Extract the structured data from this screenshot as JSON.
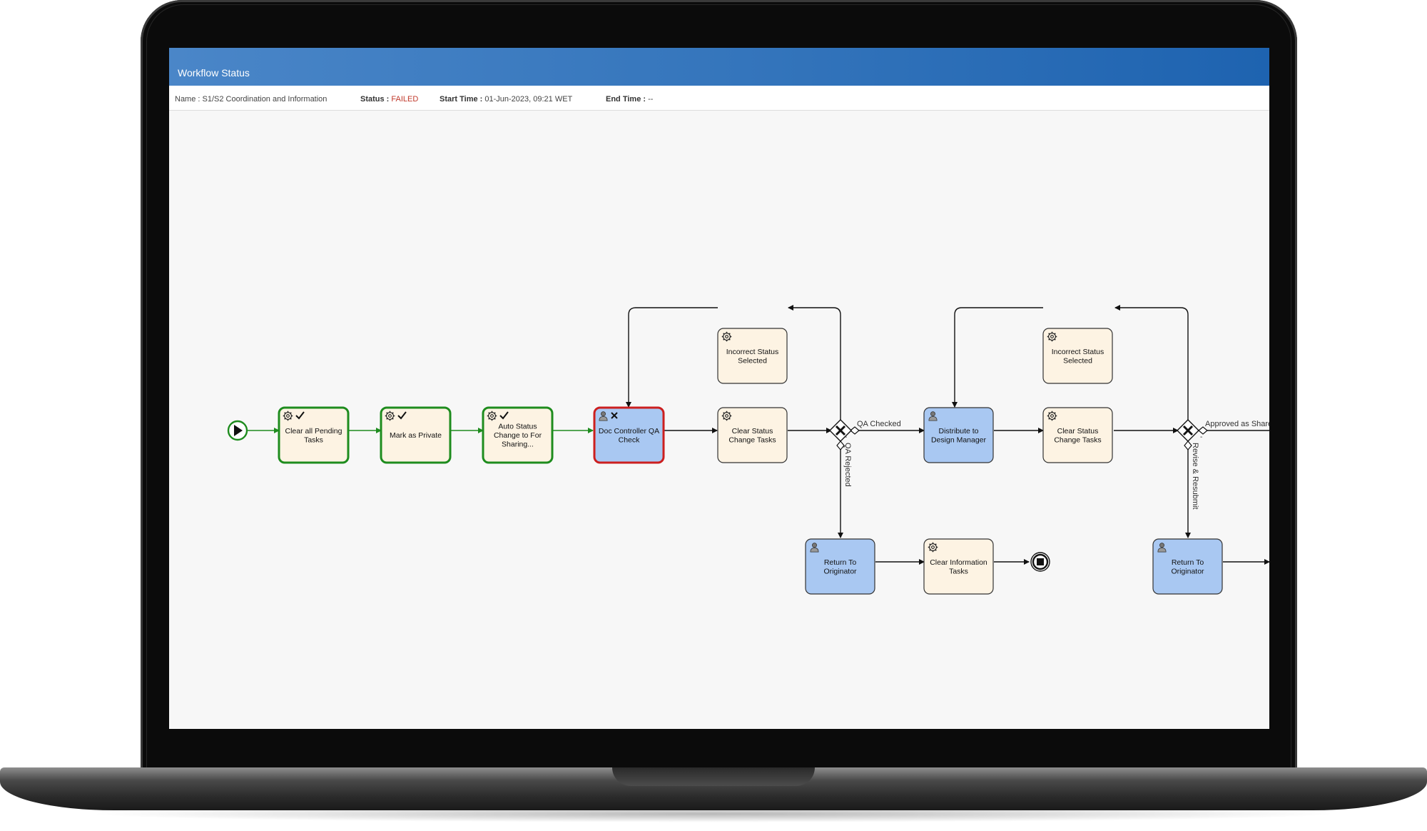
{
  "window": {
    "title": "Workflow Status"
  },
  "info": {
    "name_label": "Name :",
    "name_value": "S1/S2 Coordination and Information",
    "status_label": "Status :",
    "status_value": "FAILED",
    "start_label": "Start Time :",
    "start_value": "01-Jun-2023, 09:21 WET",
    "end_label": "End Time :",
    "end_value": "--"
  },
  "colors": {
    "completed_border": "#1e8c1e",
    "failed_border": "#cc1f1f",
    "service_fill": "#fdf3e3",
    "user_fill": "#a9c8f2",
    "titlebar": "#3374bb"
  },
  "nodes": [
    {
      "id": "clear-pending",
      "lines": [
        "Clear all Pending",
        "Tasks"
      ],
      "kind": "service",
      "state": "completed"
    },
    {
      "id": "mark-private",
      "lines": [
        "Mark as Private"
      ],
      "kind": "service",
      "state": "completed"
    },
    {
      "id": "auto-status",
      "lines": [
        "Auto Status",
        "Change to For",
        "Sharing..."
      ],
      "kind": "service",
      "state": "completed"
    },
    {
      "id": "doc-controller",
      "lines": [
        "Doc Controller QA",
        "Check"
      ],
      "kind": "user",
      "state": "failed"
    },
    {
      "id": "clear-status-1",
      "lines": [
        "Clear Status",
        "Change Tasks"
      ],
      "kind": "service",
      "state": "pending"
    },
    {
      "id": "incorrect-1",
      "lines": [
        "Incorrect Status",
        "Selected"
      ],
      "kind": "service",
      "state": "pending"
    },
    {
      "id": "distribute",
      "lines": [
        "Distribute to",
        "Design Manager"
      ],
      "kind": "user",
      "state": "pending"
    },
    {
      "id": "clear-status-2",
      "lines": [
        "Clear Status",
        "Change Tasks"
      ],
      "kind": "service",
      "state": "pending"
    },
    {
      "id": "incorrect-2",
      "lines": [
        "Incorrect Status",
        "Selected"
      ],
      "kind": "service",
      "state": "pending"
    },
    {
      "id": "return-1",
      "lines": [
        "Return To",
        "Originator"
      ],
      "kind": "user",
      "state": "pending"
    },
    {
      "id": "clear-info",
      "lines": [
        "Clear Information",
        "Tasks"
      ],
      "kind": "service",
      "state": "pending"
    },
    {
      "id": "return-2",
      "lines": [
        "Return To",
        "Originator"
      ],
      "kind": "user",
      "state": "pending"
    }
  ],
  "edge_labels": {
    "qa_checked": "QA Checked",
    "qa_rejected": "QA Rejected",
    "approved": "Approved as Shared",
    "revise": "Revise & Resubmit",
    "dash": "-"
  },
  "icons": {
    "service": "gear-icon",
    "user": "user-icon",
    "done": "checkmark-icon",
    "error": "cross-icon",
    "start": "play-icon",
    "end": "stop-icon",
    "gateway": "exclusive-gateway-icon"
  }
}
